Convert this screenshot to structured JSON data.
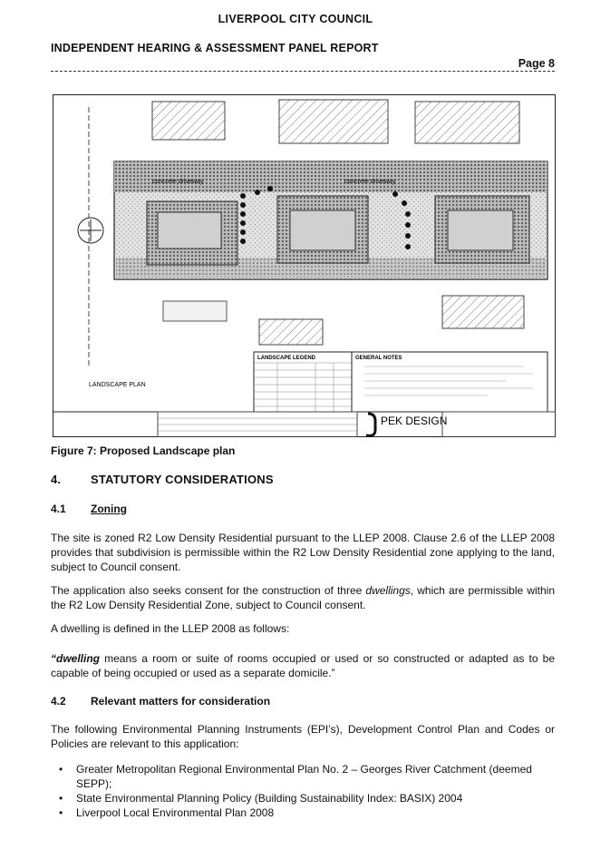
{
  "header": {
    "council": "LIVERPOOL CITY COUNCIL",
    "report_title": "INDEPENDENT HEARING & ASSESSMENT PANEL REPORT",
    "page": "Page 8"
  },
  "figure": {
    "caption": "Figure 7: Proposed Landscape plan",
    "plan_label": "LANDSCAPE PLAN",
    "legend_title": "LANDSCAPE LEGEND",
    "notes_title": "GENERAL NOTES",
    "driveway_label": "concrete driveway",
    "firm": "PEK DESIGN"
  },
  "section4": {
    "number": "4.",
    "title": "STATUTORY CONSIDERATIONS"
  },
  "s41": {
    "number": "4.1",
    "title": "Zoning",
    "p1": "The site is zoned R2 Low Density Residential pursuant to the LLEP 2008. Clause 2.6 of the LLEP 2008 provides that subdivision is permissible within the R2 Low Density Residential zone applying to the land, subject to Council consent.",
    "p2_a": "The application also seeks consent for the construction of three ",
    "p2_em": "dwellings",
    "p2_b": ", which are permissible within the R2 Low Density Residential Zone, subject to Council consent.",
    "p3": "A dwelling is defined in the LLEP 2008 as follows:",
    "def_term": "“dwelling",
    "def_text": " means a room or suite of rooms occupied or used or so constructed or adapted as to be capable of being occupied or used as a separate domicile.”"
  },
  "s42": {
    "number": "4.2",
    "title": "Relevant matters for consideration",
    "intro": "The following Environmental Planning Instruments (EPI’s), Development Control Plan and Codes or Policies are relevant to this application:",
    "items": [
      "Greater Metropolitan Regional Environmental Plan No. 2 – Georges River Catchment (deemed SEPP);",
      "State Environmental Planning Policy (Building Sustainability Index: BASIX) 2004",
      "Liverpool Local Environmental Plan 2008"
    ]
  }
}
